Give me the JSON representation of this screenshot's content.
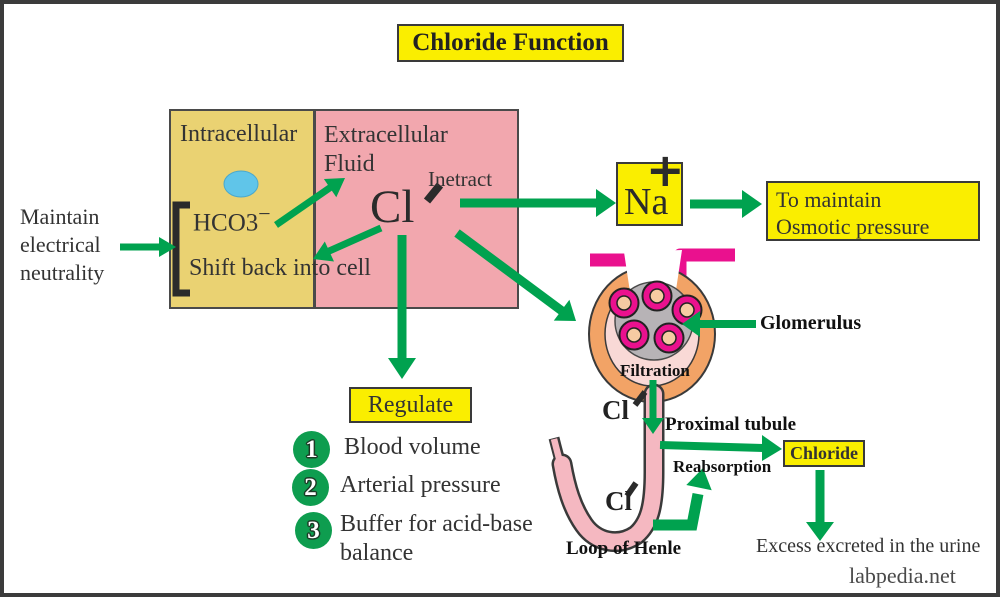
{
  "title": "Chloride Function",
  "watermark": "labpedia.net",
  "left_note": {
    "line1": "Maintain",
    "line2": "electrical",
    "line3": "neutrality"
  },
  "cells": {
    "intracellular_label": "Intracellular",
    "extracellular_label_line1": "Extracellular",
    "extracellular_label_line2": "Fluid",
    "hco3": "HCO3",
    "hco3_charge": "−",
    "shift_back": "Shift back into cell",
    "chloride_symbol": "Cl",
    "chloride_charge": "−",
    "interact_label": "Inetract"
  },
  "sodium": {
    "symbol": "Na",
    "charge": "+",
    "result_line1": "To maintain",
    "result_line2": "Osmotic pressure"
  },
  "regulate": {
    "heading": "Regulate",
    "items": [
      {
        "num": "1",
        "label": "Blood volume"
      },
      {
        "num": "2",
        "label": "Arterial pressure"
      },
      {
        "num": "3",
        "label": "Buffer for acid-base balance"
      }
    ]
  },
  "kidney": {
    "glomerulus_label": "Glomerulus",
    "filtration_label": "Filtration",
    "cl_filtrate": "Cl",
    "cl_filtrate_charge": "−",
    "proximal_label": "Proximal tubule",
    "reabsorption_label": "Reabsorption",
    "cl_loop": "Cl",
    "cl_loop_charge": "−",
    "loop_label": "Loop of Henle",
    "chloride_box_label": "Chloride",
    "excess_label": "Excess excreted in the urine"
  },
  "colors": {
    "highlight_yellow": "#FAEE00",
    "cell_yellow": "#EAD272",
    "cell_pink": "#F2A7AE",
    "arrow_green": "#00A24F",
    "circle_green": "#0E9D4F",
    "magenta": "#EA118E",
    "capsule_peach": "#F2A366",
    "capsule_inner_pink": "#F9D9D6",
    "tube_pink": "#F5B8C1",
    "glomerulus_gray": "#B7B3B6",
    "capillary_center_cream": "#F6CBA2",
    "nucleus_blue": "#60C5E9",
    "text_dark": "#333333",
    "border_dark": "#3B3B3B"
  }
}
